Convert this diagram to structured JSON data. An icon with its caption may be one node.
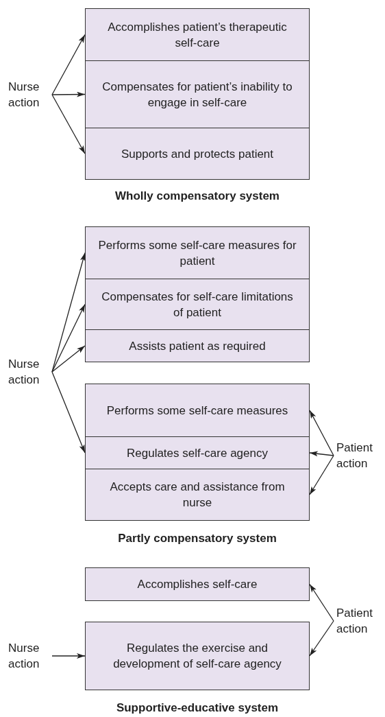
{
  "diagram": {
    "nodes": [
      {
        "text": [
          "Nurse action"
        ]
      },
      {
        "text": [
          "Accomplishes patient’s therapeutic self-care"
        ]
      },
      {
        "text": [
          "Compensates for patient’s inability to engage in self-care"
        ]
      },
      {
        "text": [
          "Supports and protects patient"
        ]
      },
      {
        "text": [
          "Nurse action"
        ]
      },
      {
        "text": [
          "Performs some self-care measures for patient"
        ]
      },
      {
        "text": [
          "Compensates for self-care limitations of patient"
        ]
      },
      {
        "text": [
          "Assists patient as required"
        ]
      },
      {
        "text": [
          "Performs some self-care measures"
        ]
      },
      {
        "text": [
          "Regulates self-care agency"
        ]
      },
      {
        "text": [
          "Accepts care and assistance from nurse"
        ]
      },
      {
        "text": [
          "Patient action"
        ]
      },
      {
        "text": [
          "Accomplishes self-care"
        ]
      },
      {
        "text": [
          "Patient action"
        ]
      },
      {
        "text": [
          "Nurse action"
        ]
      },
      {
        "text": [
          "Regulates the exercise and development of self-care agency"
        ]
      }
    ],
    "edges": [
      {
        "from": 0,
        "to": 1,
        "arrow": "to"
      },
      {
        "from": 0,
        "to": 2,
        "arrow": "to"
      },
      {
        "from": 0,
        "to": 3,
        "arrow": "to"
      },
      {
        "from": 4,
        "to": 5,
        "arrow": "to"
      },
      {
        "from": 4,
        "to": 6,
        "arrow": "to"
      },
      {
        "from": 4,
        "to": 7,
        "arrow": "to"
      },
      {
        "from": 4,
        "to": 9,
        "arrow": "to"
      },
      {
        "from": 11,
        "to": 8,
        "arrow": "to"
      },
      {
        "from": 11,
        "to": 9,
        "arrow": "to"
      },
      {
        "from": 11,
        "to": 10,
        "arrow": "to"
      },
      {
        "from": 13,
        "to": 12,
        "arrow": "to"
      },
      {
        "from": 13,
        "to": 15,
        "arrow": "to"
      },
      {
        "from": 14,
        "to": 15,
        "arrow": "to"
      }
    ],
    "labels": [
      "Wholly compensatory system",
      "Partly compensatory system",
      "Supportive-educative system"
    ]
  }
}
